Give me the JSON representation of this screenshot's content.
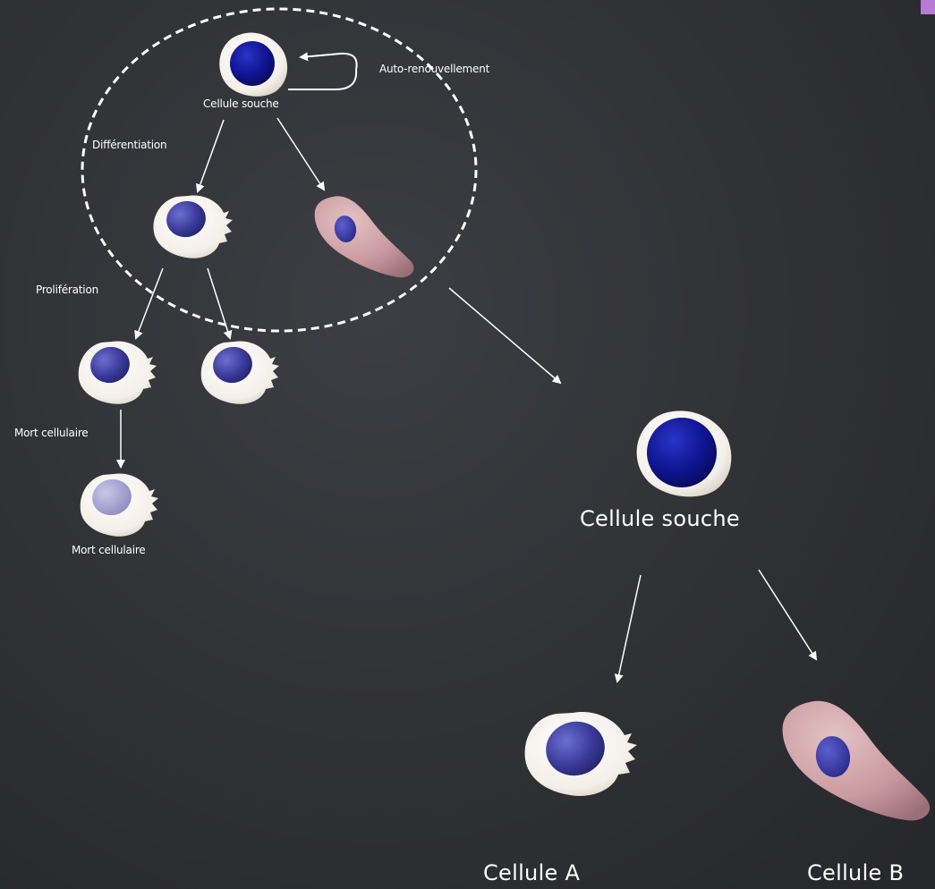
{
  "labels": {
    "auto_renouvellement": "Auto-renouvellement",
    "cellule_souche_small": "Cellule souche",
    "differentiation": "Différentiation",
    "proliferation": "Prolifération",
    "mort_cellulaire_arrow": "Mort cellulaire",
    "mort_cellulaire_cell": "Mort cellulaire",
    "cellule_souche_big": "Cellule souche",
    "cellule_a": "Cellule A",
    "cellule_b": "Cellule B"
  },
  "colors": {
    "background": "#323337",
    "stem_nucleus": "#0f1490",
    "cell_nucleus": "#3a3a9a",
    "dead_nucleus": "#9c97c9",
    "cell_membrane": "#f3efe9",
    "fibroblast": "#c99aa0",
    "accent_tab": "#b77bd6"
  }
}
